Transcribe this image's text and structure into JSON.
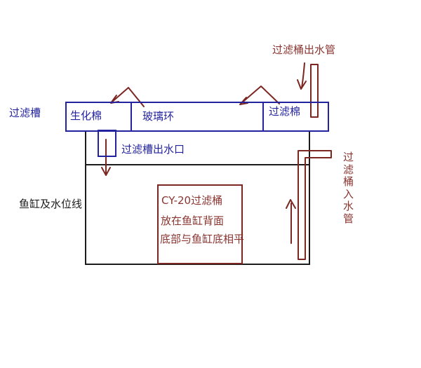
{
  "colors": {
    "background": "#ffffff",
    "navy": "#2323a0",
    "dark_red": "#7c2622",
    "red_text": "#8a3530",
    "ink": "#1c1c1c"
  },
  "diagram": {
    "top_label": "过滤桶出水管",
    "trough": {
      "label": "过滤槽",
      "compartments": [
        "生化棉",
        "玻璃环",
        "过滤棉"
      ],
      "outlet_label": "过滤槽出水口"
    },
    "tank": {
      "label": "鱼缸及水位线"
    },
    "bucket_note": {
      "line1": "CY-20过滤桶",
      "line2": "放在鱼缸背面",
      "line3": "底部与鱼缸底相平"
    },
    "inlet_label": "过滤桶入水管"
  }
}
